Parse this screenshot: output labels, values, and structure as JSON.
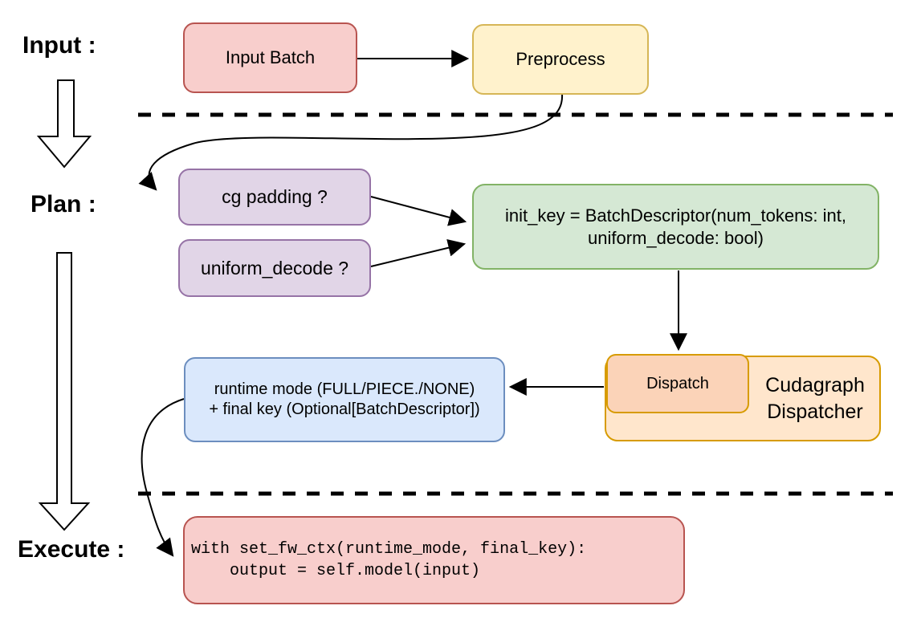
{
  "stages": {
    "input": "Input :",
    "plan": "Plan :",
    "execute": "Execute :"
  },
  "nodes": {
    "input_batch": "Input Batch",
    "preprocess": "Preprocess",
    "cg_padding": "cg padding ?",
    "uniform_decode": "uniform_decode ?",
    "init_key_line1": "init_key = BatchDescriptor(num_tokens: int,",
    "init_key_line2": "uniform_decode: bool)",
    "dispatch": "Dispatch",
    "cudagraph_dispatcher": "Cudagraph Dispatcher",
    "runtime_line1": "runtime mode (FULL/PIECE./NONE)",
    "runtime_line2": "+ final key (Optional[BatchDescriptor])",
    "code_line1": "with set_fw_ctx(runtime_mode, final_key):",
    "code_line2": "    output = self.model(input)"
  },
  "colors": {
    "red_fill": "#f8cecc",
    "red_stroke": "#b85450",
    "yellow_fill": "#fff2cc",
    "yellow_stroke": "#d6b656",
    "purple_fill": "#e1d5e7",
    "purple_stroke": "#9673a6",
    "green_fill": "#d5e8d4",
    "green_stroke": "#82b366",
    "blue_fill": "#dae8fc",
    "blue_stroke": "#6c8ebf",
    "orange_fill": "#ffe6cc",
    "orange_stroke": "#d79b00",
    "dispatch_fill": "#fbd3b8",
    "line_color": "#000000"
  }
}
